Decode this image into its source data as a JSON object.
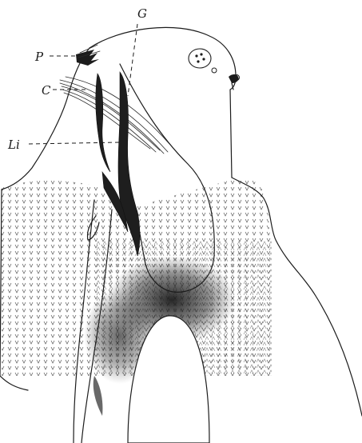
{
  "figure": {
    "labels": {
      "G": "G",
      "P": "P",
      "C": "C",
      "Li": "Li"
    },
    "colors": {
      "ink": "#1c1c1c",
      "background": "#ffffff",
      "stipple": "#3a3a3a"
    }
  }
}
